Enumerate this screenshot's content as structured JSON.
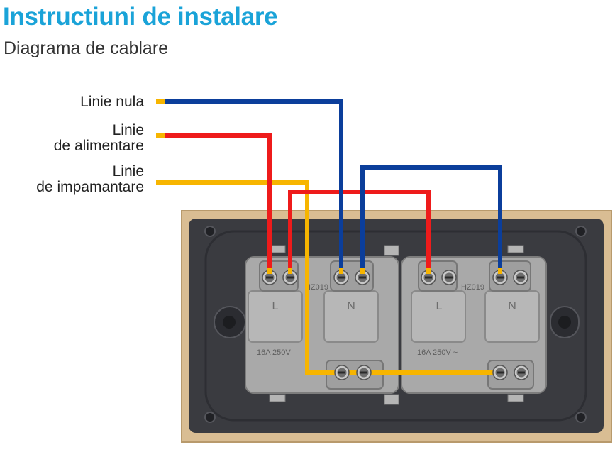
{
  "header": {
    "title": "Instructiuni de instalare",
    "subtitle": "Diagrama de cablare"
  },
  "labels": {
    "neutral": "Linie nula",
    "live_line1": "Linie",
    "live_line2": "de alimentare",
    "ground_line1": "Linie",
    "ground_line2": "de impamantare"
  },
  "socket_left": {
    "terminal_l": "L",
    "terminal_n": "N",
    "model": "HZ019",
    "rating": "16A 250V"
  },
  "socket_right": {
    "terminal_l": "L",
    "terminal_n": "N",
    "model": "HZ019",
    "rating": "16A 250V ~"
  },
  "colors": {
    "neutral_wire": "#0b3e9b",
    "live_wire": "#ee1b1b",
    "ground_wire": "#f7b500",
    "frame": "#d9bd93",
    "plate": "#3a3b40",
    "terminal": "#9a9a9a",
    "title": "#1aa3d8"
  }
}
